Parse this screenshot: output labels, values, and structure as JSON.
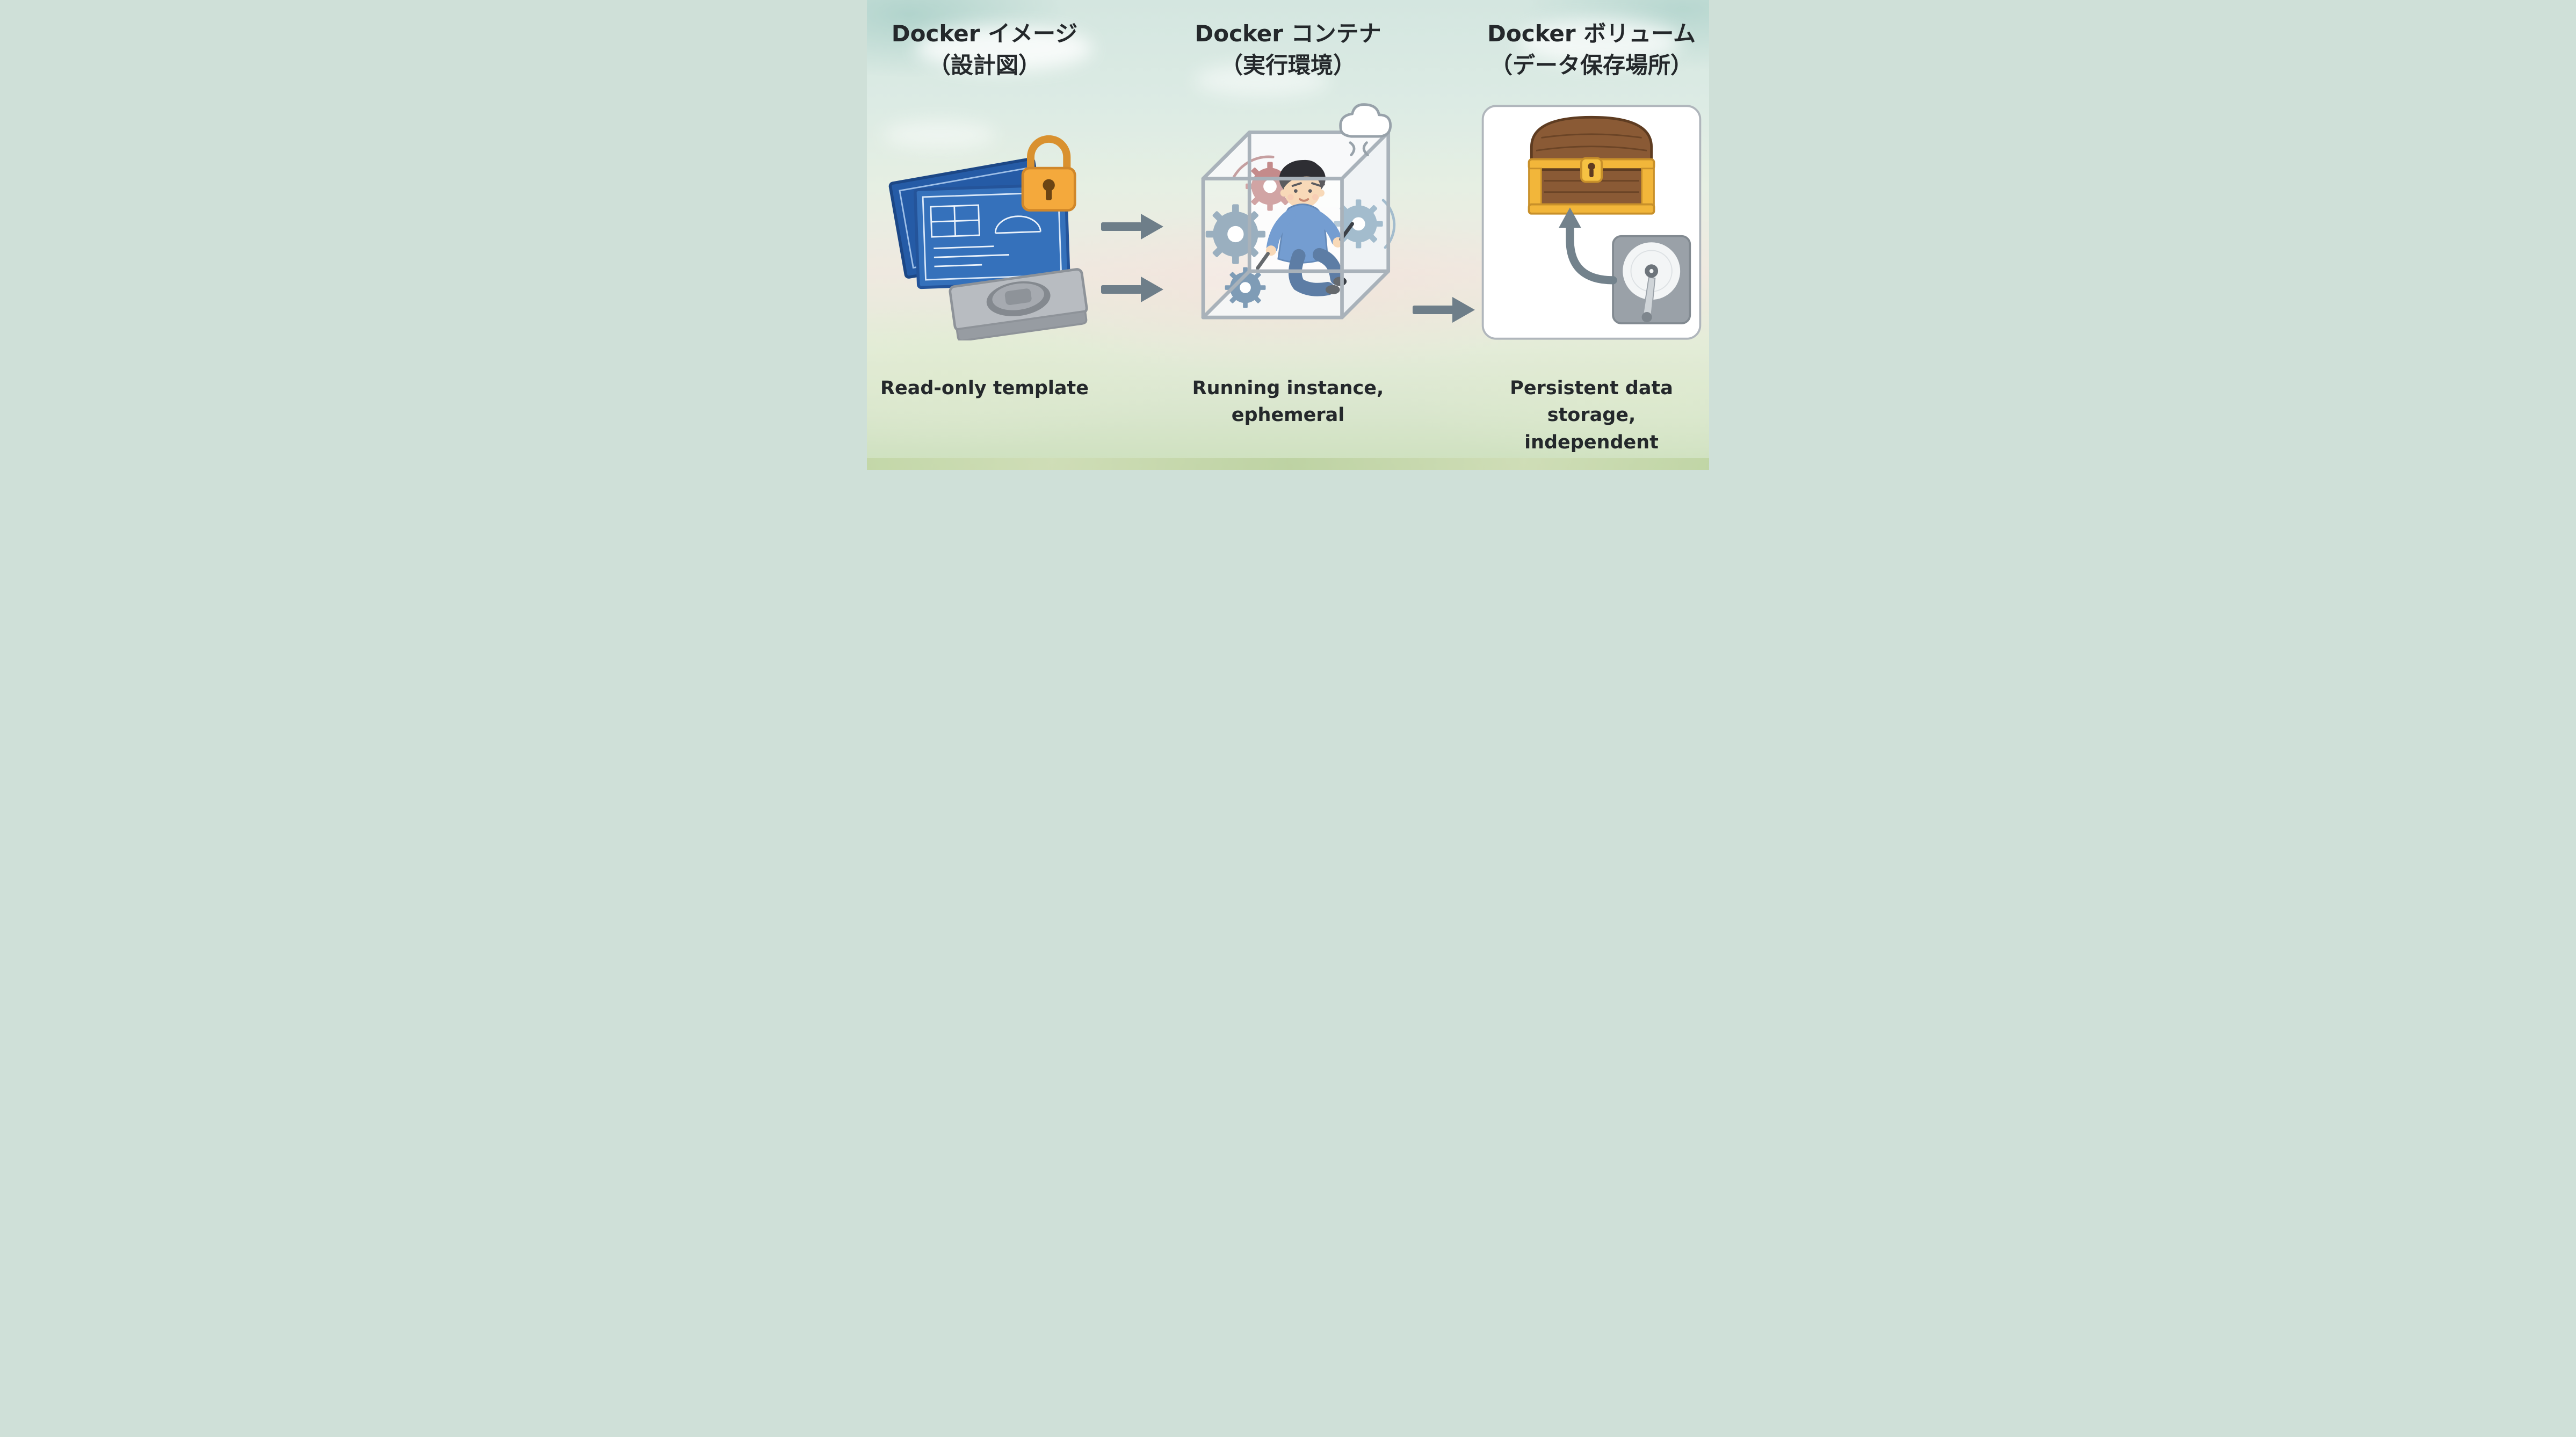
{
  "diagram": {
    "columns": [
      {
        "key": "docker-image",
        "title_line1": "Docker イメージ",
        "title_line2": "（設計図）",
        "caption_line1": "Read-only template",
        "caption_line2": ""
      },
      {
        "key": "docker-container",
        "title_line1": "Docker コンテナ",
        "title_line2": "（実行環境）",
        "caption_line1": "Running instance,",
        "caption_line2": "ephemeral"
      },
      {
        "key": "docker-volume",
        "title_line1": "Docker ボリューム",
        "title_line2": "（データ保存場所）",
        "caption_line1": "Persistent data storage,",
        "caption_line2": "independent"
      }
    ],
    "flow": {
      "arrows_image_to_container": 2,
      "arrows_container_to_volume": 1
    },
    "icons": {
      "blueprint-icon": "blue architectural blueprint sheets",
      "mold-icon": "gray casting mold slab",
      "padlock-icon": "orange padlock",
      "container-cube-icon": "transparent wireframe cube",
      "worker-figure": "person assembling gears inside cube",
      "gear-icon": "gear wheel",
      "steam-icon": "steam puff",
      "treasure-chest-icon": "brown and gold treasure chest",
      "hard-drive-icon": "gray hard disk drive",
      "curved-arrow-icon": "curved arrow from disk to chest",
      "flow-arrow-icon": "gray right-pointing flow arrow"
    },
    "colors": {
      "text": "#24282b",
      "arrow": "#6e7e89",
      "blueprint_blue": "#3571bb",
      "lock_orange": "#f4a93c",
      "gear_blue": "#7e99ad",
      "gear_red": "#c48b8b",
      "chest_brown": "#8a5a35",
      "chest_gold": "#f2b63a",
      "hdd_gray": "#9aa1a8",
      "sky": "#d8e8e2",
      "ground": "#c3d5a8"
    }
  }
}
